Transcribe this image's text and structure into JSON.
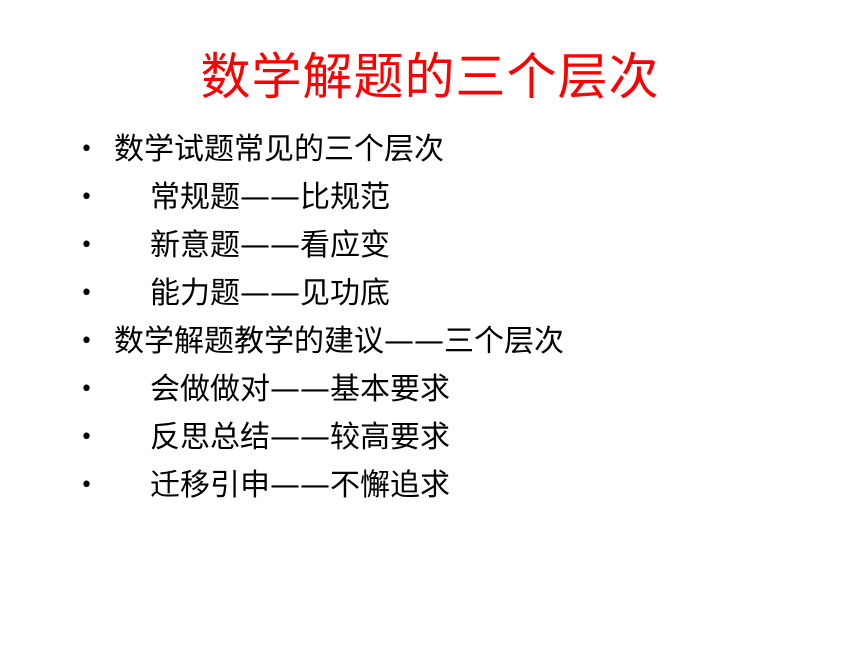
{
  "slide": {
    "title": "数学解题的三个层次",
    "colors": {
      "title": "#ff0000",
      "text": "#000000",
      "background": "#ffffff"
    },
    "bullet_glyph": "•",
    "bullets": [
      {
        "text": "数学试题常见的三个层次",
        "level": 1
      },
      {
        "text": "常规题——比规范",
        "level": 2
      },
      {
        "text": "新意题——看应变",
        "level": 2
      },
      {
        "text": "能力题——见功底",
        "level": 2
      },
      {
        "text": "数学解题教学的建议——三个层次",
        "level": 1
      },
      {
        "text": "会做做对——基本要求",
        "level": 2
      },
      {
        "text": "反思总结——较高要求",
        "level": 2
      },
      {
        "text": "迁移引申——不懈追求",
        "level": 2
      }
    ]
  }
}
